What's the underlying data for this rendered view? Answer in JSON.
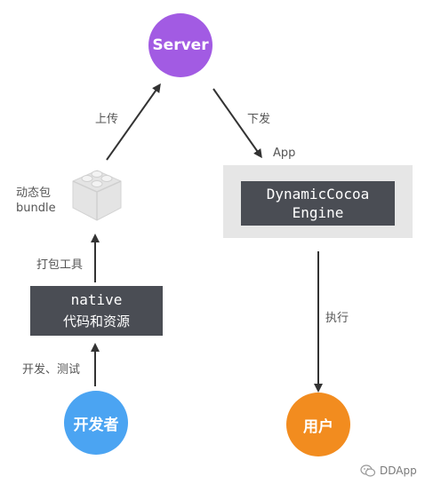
{
  "nodes": {
    "server": {
      "label": "Server",
      "color": "#a25be3"
    },
    "developer": {
      "label": "开发者",
      "color": "#4ba4f2"
    },
    "user": {
      "label": "用户",
      "color": "#f28c1f"
    },
    "native_source": {
      "line1": "native",
      "line2": "代码和资源"
    },
    "bundle": {
      "line1": "动态包",
      "line2": "bundle"
    },
    "app_container": {
      "label": "App",
      "color": "#e6e6e6"
    },
    "engine": {
      "line1": "DynamicCocoa",
      "line2": "Engine"
    }
  },
  "edges": {
    "develop_test": "开发、测试",
    "package_tool": "打包工具",
    "upload": "上传",
    "download": "下发",
    "execute": "执行"
  },
  "watermark": "DDApp"
}
